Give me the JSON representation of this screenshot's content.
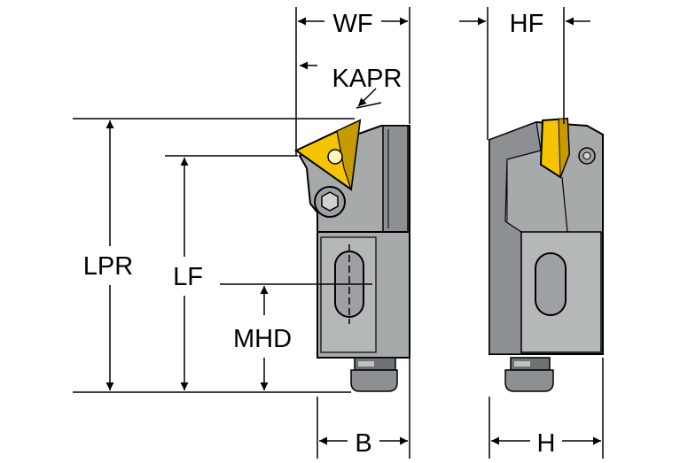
{
  "labels": {
    "wf": "WF",
    "hf": "HF",
    "kapr": "KAPR",
    "lpr": "LPR",
    "lf": "LF",
    "mhd": "MHD",
    "b": "B",
    "h": "H"
  },
  "colors": {
    "body": "#a7aaab",
    "body_dark": "#6f7375",
    "outline": "#000000",
    "insert": "#f5c400",
    "insert_dark": "#c79b00"
  }
}
